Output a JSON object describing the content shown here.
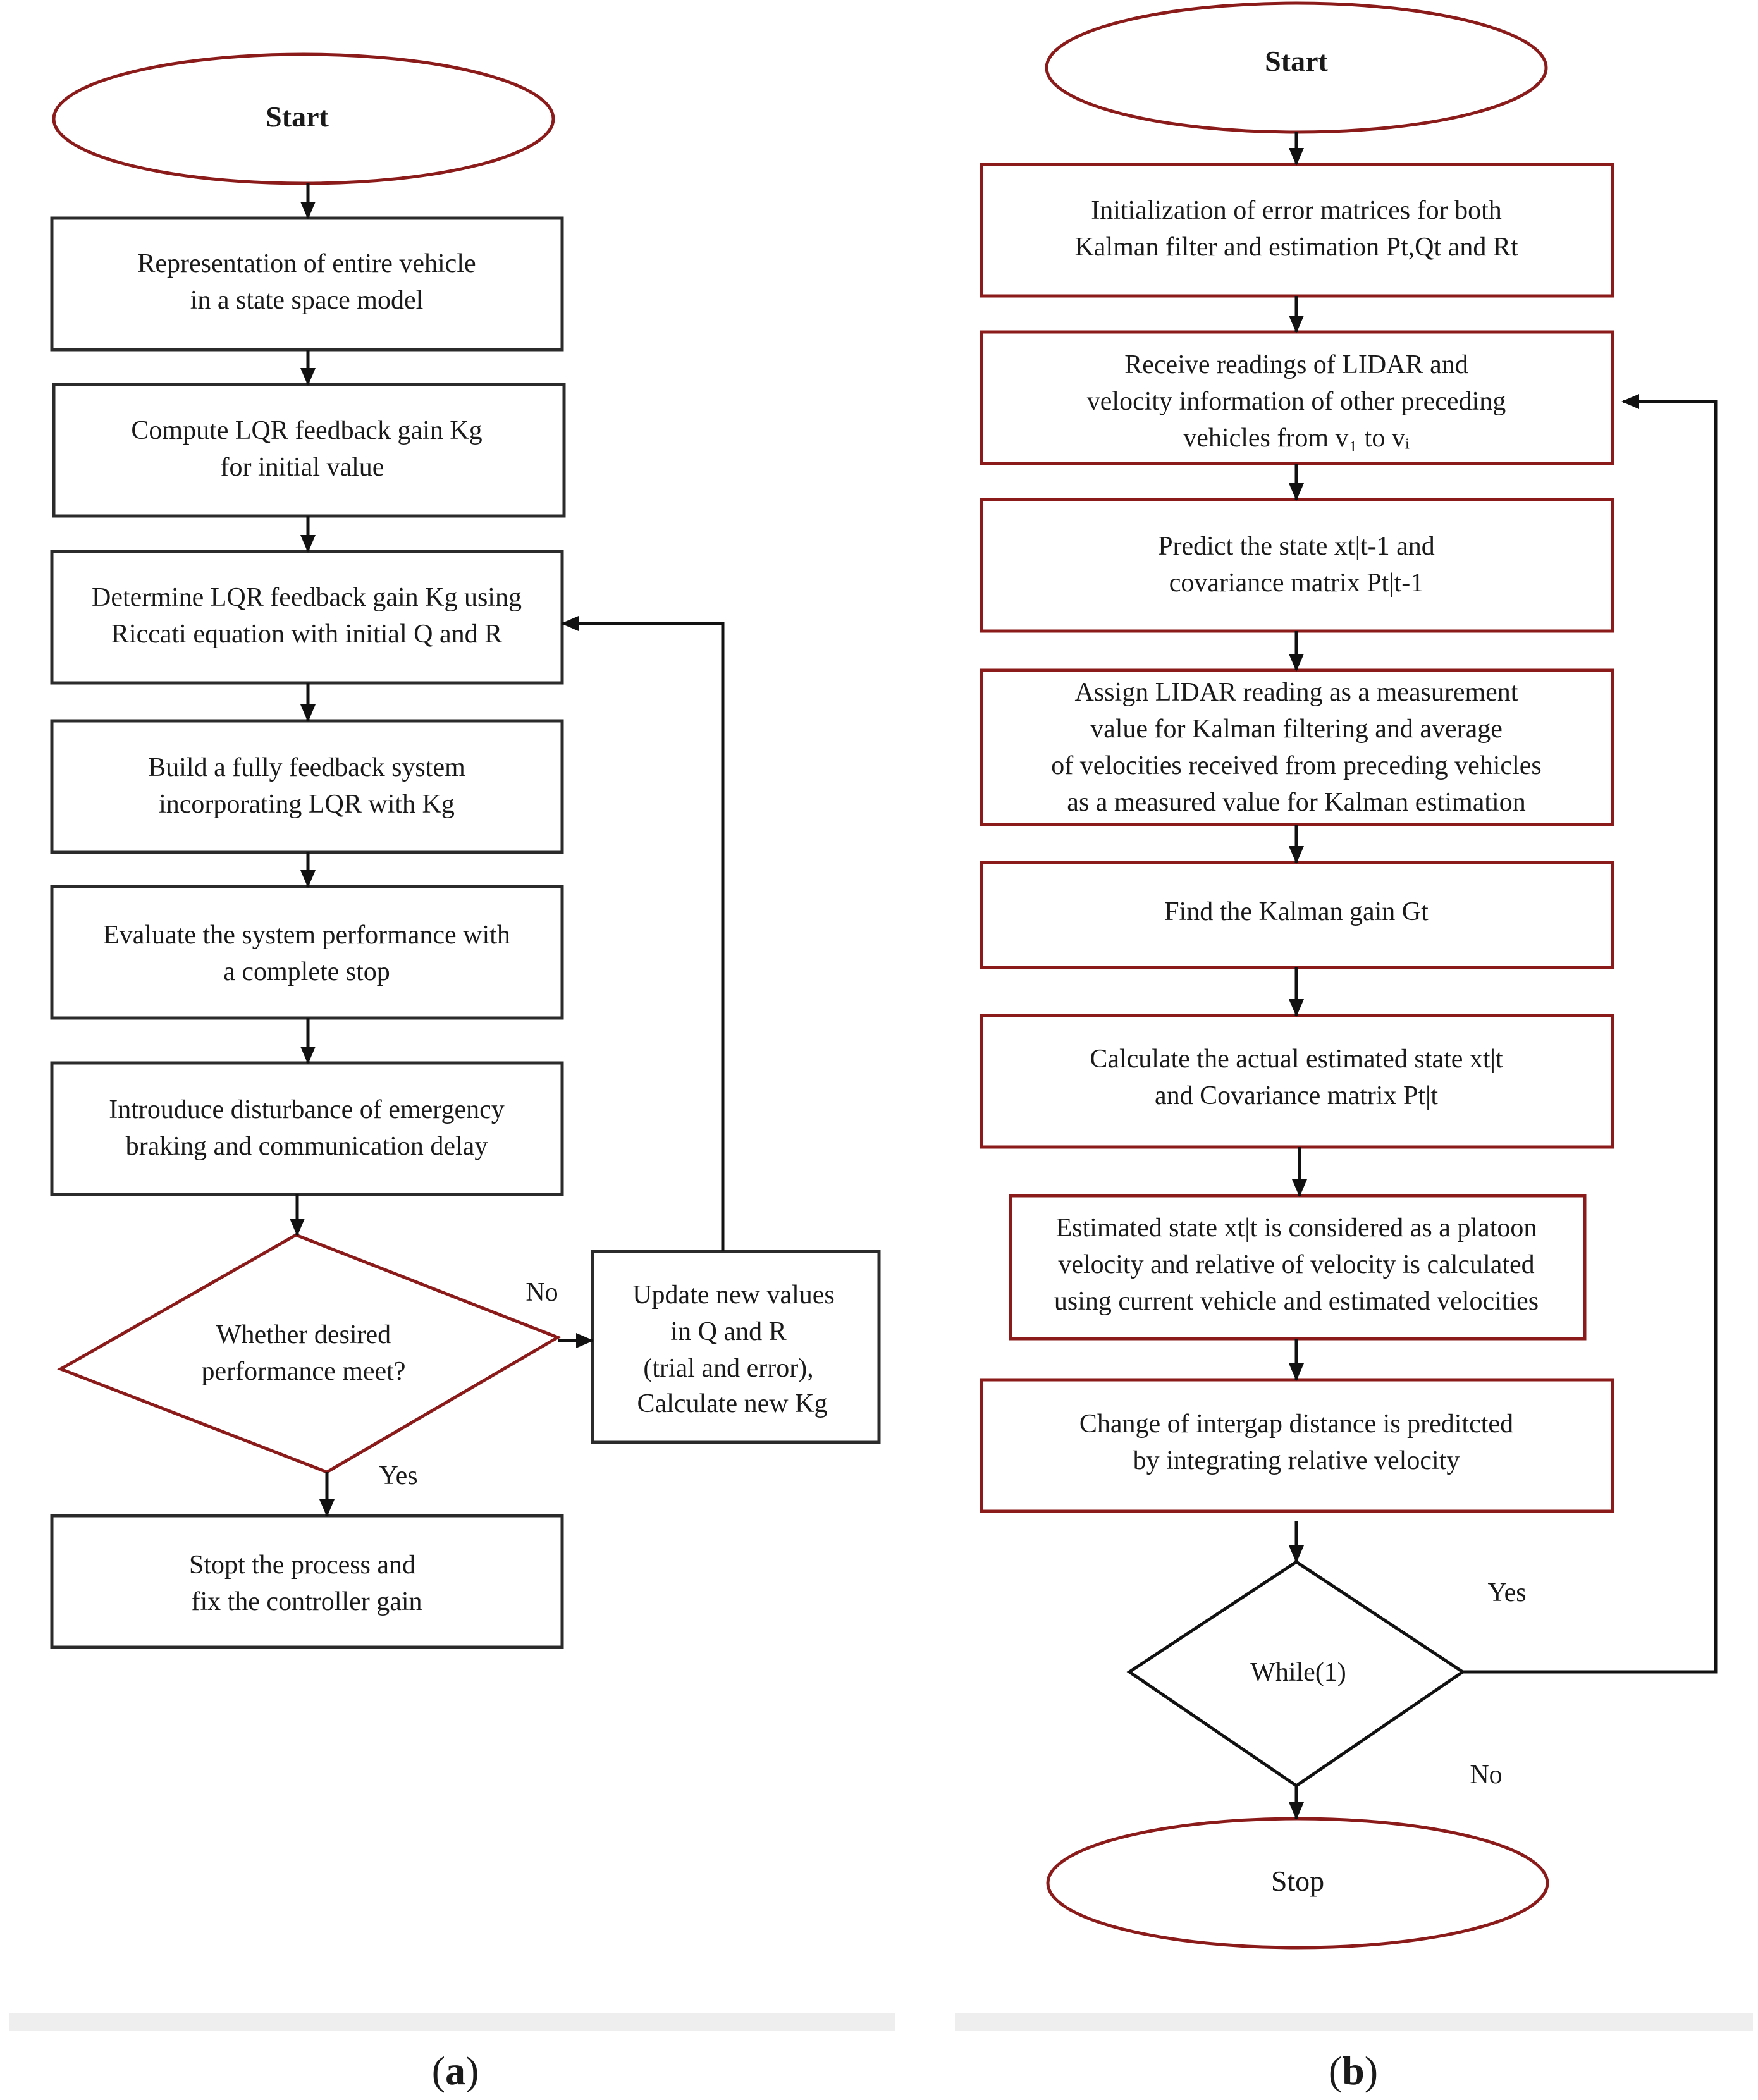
{
  "panel_a": {
    "start": "Start",
    "steps": [
      [
        "Representation of entire vehicle",
        "in a state space model"
      ],
      [
        "Compute LQR feedback gain Kg",
        "for initial value"
      ],
      [
        "Determine LQR feedback gain Kg using",
        "Riccati equation with initial Q and R"
      ],
      [
        "Build a fully feedback system",
        "incorporating LQR with Kg"
      ],
      [
        "Evaluate the system performance with",
        "a complete stop"
      ],
      [
        "Introuduce disturbance of emergency",
        "braking and communication delay"
      ]
    ],
    "decision": [
      "Whether desired",
      "performance meet?"
    ],
    "no_label": "No",
    "yes_label": "Yes",
    "update_box": [
      "Update new values",
      "in Q and R",
      "(trial and error),",
      "Calculate new Kg"
    ],
    "end_box": [
      "Stopt the process and",
      "fix the controller gain"
    ],
    "caption_letter": "a"
  },
  "panel_b": {
    "start": "Start",
    "steps": [
      [
        "Initialization of error matrices for both",
        "Kalman filter and estimation Pt,Qt and Rt"
      ],
      [
        "Receive readings of LIDAR and",
        "velocity information of other preceding",
        "vehicles from v₁ to vᵢ"
      ],
      [
        "Predict the state  xt|t-1 and",
        "covariance matrix Pt|t-1"
      ],
      [
        "Assign LIDAR reading as a measurement",
        "value for Kalman filtering and average",
        "of velocities received from preceding vehicles",
        "as a measured value for Kalman estimation"
      ],
      [
        "Find the Kalman gain Gt"
      ],
      [
        "Calculate the actual estimated state xt|t",
        "and Covariance matrix Pt|t"
      ],
      [
        "Estimated state xt|t is considered as a platoon",
        "velocity and relative of velocity is calculated",
        "using current vehicle and estimated velocities"
      ],
      [
        "Change of intergap distance is preditcted",
        "by integrating relative velocity"
      ]
    ],
    "decision": [
      "While(1)"
    ],
    "yes_label": "Yes",
    "no_label": "No",
    "stop": "Stop",
    "caption_letter": "b"
  },
  "colors": {
    "box_border_a": "#2b2b2b",
    "box_border_b": "#8b1a1a",
    "ellipse_border": "#8b1a1a",
    "arrow": "#111111",
    "caption_bar": "#eeeeee"
  }
}
